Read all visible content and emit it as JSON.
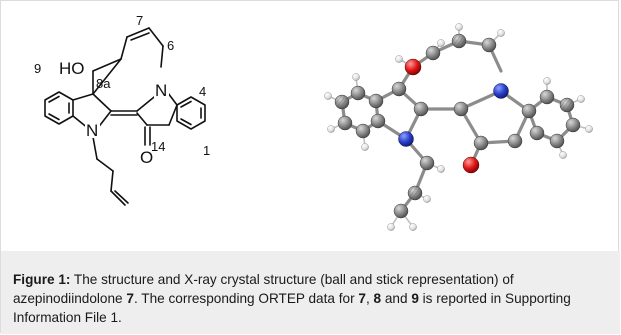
{
  "structure_labels": {
    "hydroxyl": "HO",
    "c8a": "8a",
    "c7": "7",
    "c6": "6",
    "c9": "9",
    "c4": "4",
    "c1": "1",
    "c14": "14",
    "n_left": "N",
    "n_right": "N",
    "o_carbonyl": "O"
  },
  "caption": {
    "label": "Figure 1:",
    "text_1": " The structure and X-ray crystal structure (ball and stick representation) of azepinodiindolone ",
    "compound_7": "7",
    "text_2": ". The corresponding ORTEP data for ",
    "compound_7b": "7",
    "sep_1": ", ",
    "compound_8": "8",
    "sep_2": " and ",
    "compound_9": "9",
    "text_3": " is reported in Supporting Information File 1."
  },
  "colors": {
    "carbon": "#7d7d7d",
    "nitrogen": "#2a3fc9",
    "oxygen": "#e01616",
    "hydrogen": "#e6e6e6",
    "caption_bg": "#eeeeee"
  }
}
